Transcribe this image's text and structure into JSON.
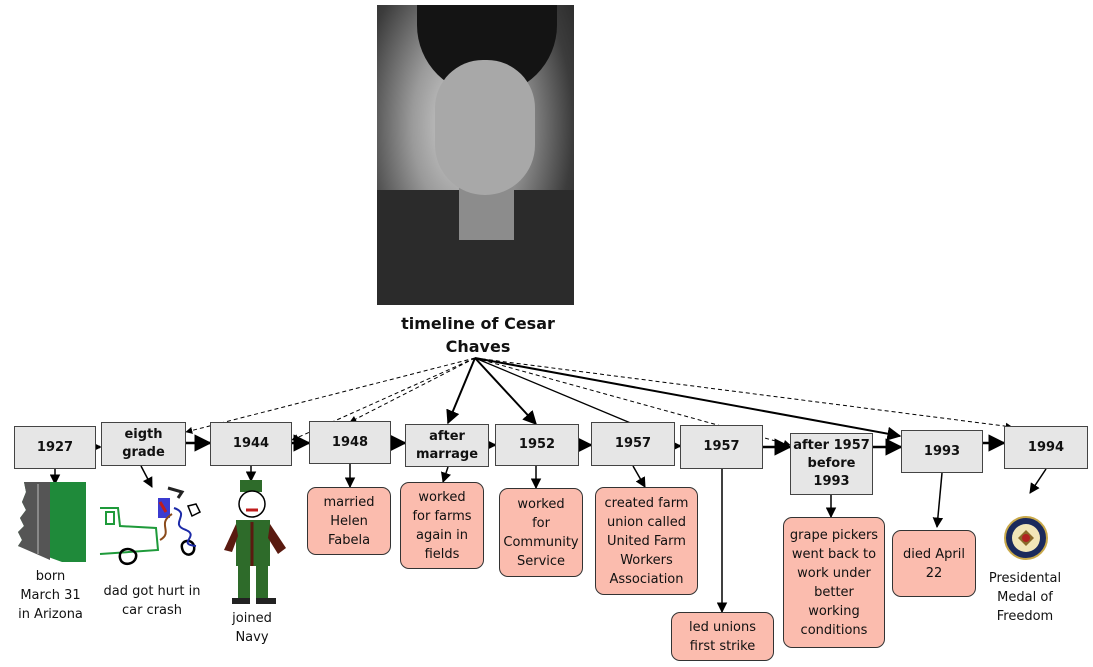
{
  "title": {
    "line1": "timeline of Cesar",
    "line2": "Chaves"
  },
  "years": {
    "y1927": "1927",
    "eighth_grade_line1": "eigth",
    "eighth_grade_line2": "grade",
    "y1944": "1944",
    "y1948": "1948",
    "after_marrage_line1": "after",
    "after_marrage_line2": "marrage",
    "y1952": "1952",
    "y1957a": "1957",
    "y1957b": "1957",
    "after1957_line1": "after 1957",
    "after1957_line2": "before",
    "after1957_line3": "1993",
    "y1993": "1993",
    "y1994": "1994"
  },
  "events": {
    "born": [
      "born",
      "March 31",
      "in Arizona"
    ],
    "car_crash": [
      "dad got hurt in",
      "car crash"
    ],
    "navy": [
      "joined",
      "Navy"
    ],
    "married": [
      "married",
      "Helen",
      "Fabela"
    ],
    "farms": [
      "worked",
      "for farms",
      "again in",
      "fields"
    ],
    "community": [
      "worked",
      "for",
      "Community",
      "Service"
    ],
    "union": [
      "created farm",
      "union called",
      "United Farm",
      "Workers",
      "Association"
    ],
    "strike": [
      "led unions",
      "first strike"
    ],
    "grape": [
      "grape pickers",
      "went back to",
      "work under",
      "better",
      "working",
      "conditions"
    ],
    "died": [
      "died April",
      "22"
    ],
    "medal": [
      "Presidental",
      "Medal of",
      "Freedom"
    ]
  },
  "colors": {
    "year_box_fill": "#e6e6e6",
    "event_box_fill": "#fbbcae",
    "arizona_green": "#1f8a3a",
    "navy_green": "#2e6b2a"
  }
}
